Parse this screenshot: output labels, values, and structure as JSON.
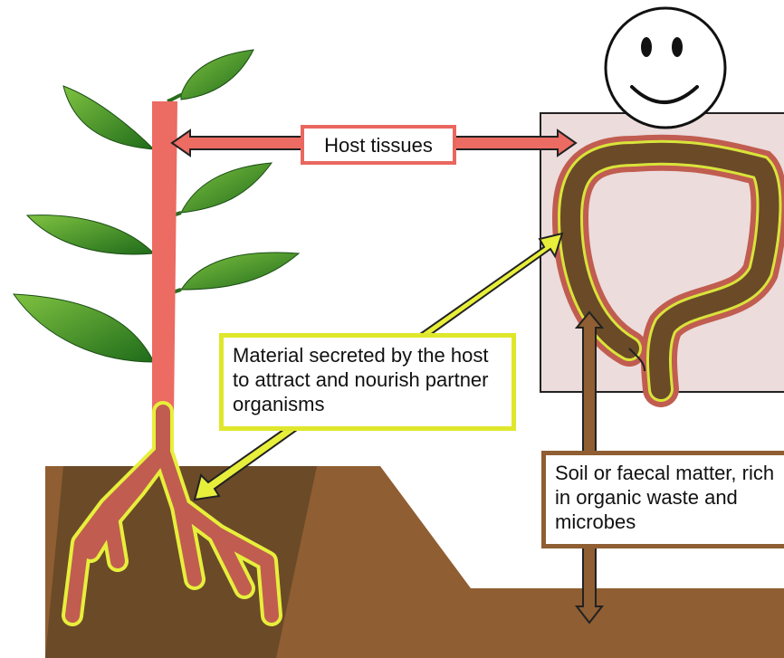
{
  "labels": {
    "host_tissues": "Host tissues",
    "secreted_material": "Material secreted by the host to attract and nourish partner organisms",
    "soil_or_faecal": "Soil or faecal matter, rich in organic waste and microbes"
  },
  "colors": {
    "host_tissue": "#ec6b62",
    "secretion": "#e7ef3b",
    "soil": "#8f5e32",
    "soil_dark": "#6b4a28",
    "leaf": "#2f8a24",
    "gut_panel": "#ecdcdc"
  },
  "icons": {
    "face": "smiley-face-icon",
    "plant": "plant-icon",
    "gut": "large-intestine-icon"
  }
}
